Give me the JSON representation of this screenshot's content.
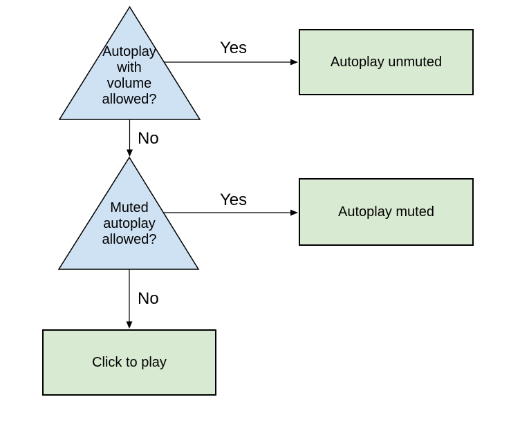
{
  "colors": {
    "background": "#ffffff",
    "decision_fill": "#cfe2f3",
    "decision_stroke": "#000000",
    "outcome_fill": "#d9ead3",
    "outcome_stroke": "#000000",
    "arrow": "#000000",
    "text": "#000000"
  },
  "nodes": {
    "decision1": {
      "label": "Autoplay\nwith\nvolume\nallowed?"
    },
    "decision2": {
      "label": "Muted\nautoplay\nallowed?"
    },
    "outcome1": {
      "label": "Autoplay unmuted"
    },
    "outcome2": {
      "label": "Autoplay muted"
    },
    "outcome3": {
      "label": "Click to play"
    }
  },
  "edges": {
    "yes1": {
      "label": "Yes"
    },
    "no1": {
      "label": "No"
    },
    "yes2": {
      "label": "Yes"
    },
    "no2": {
      "label": "No"
    }
  }
}
